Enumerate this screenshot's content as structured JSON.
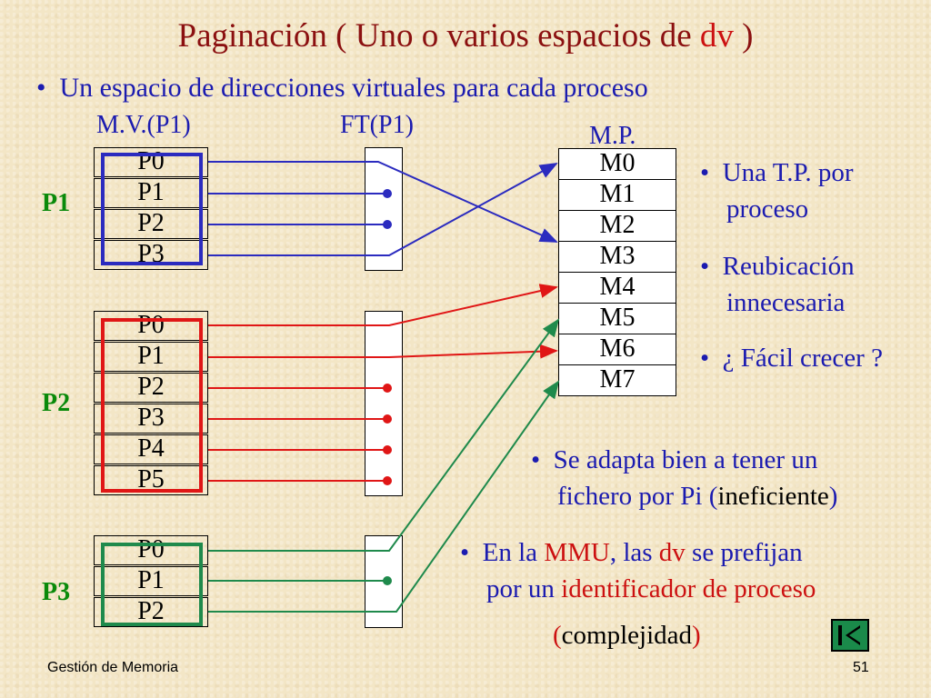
{
  "title": {
    "pre": "Paginación ( Uno o varios espacios de ",
    "dv": "dv",
    "post": " )"
  },
  "bullet1": "Un espacio de direcciones virtuales para cada proceso",
  "headers": {
    "mv": "M.V.(P1)",
    "ft": "FT(P1)",
    "mp": "M.P."
  },
  "processes": [
    "P1",
    "P2",
    "P3"
  ],
  "p1_pages": [
    "P0",
    "P1",
    "P2",
    "P3"
  ],
  "p2_pages": [
    "P0",
    "P1",
    "P2",
    "P3",
    "P4",
    "P5"
  ],
  "p3_pages": [
    "P0",
    "P1",
    "P2"
  ],
  "mp_frames": [
    "M0",
    "M1",
    "M2",
    "M3",
    "M4",
    "M5",
    "M6",
    "M7"
  ],
  "right_bullets": {
    "b1a": "Una T.P. por",
    "b1b": "proceso",
    "b2a": "Reubicación",
    "b2b": "innecesaria",
    "b3": "¿ Fácil crecer ?"
  },
  "bullet_adapta": {
    "l1": "Se adapta bien a tener un",
    "l2a": "fichero por Pi (",
    "l2b": "ineficiente",
    "l2c": ")"
  },
  "bullet_mmu": {
    "l1a": "En la ",
    "mmu": "MMU",
    "l1b": ", las ",
    "dv": "dv",
    "l1c": " se prefijan",
    "l2a": "por un ",
    "l2b": "identificador de proceso"
  },
  "complejidad": {
    "open": "(",
    "word": "complejidad",
    "close": ")"
  },
  "footer": {
    "left": "Gestión de Memoria",
    "page": "51"
  },
  "colors": {
    "p1": "#2b2bbf",
    "p2": "#e01616",
    "p3": "#1f8a4c",
    "title": "#8b1010",
    "text": "#1b1bb0"
  },
  "icons": [
    "end-show-icon"
  ]
}
